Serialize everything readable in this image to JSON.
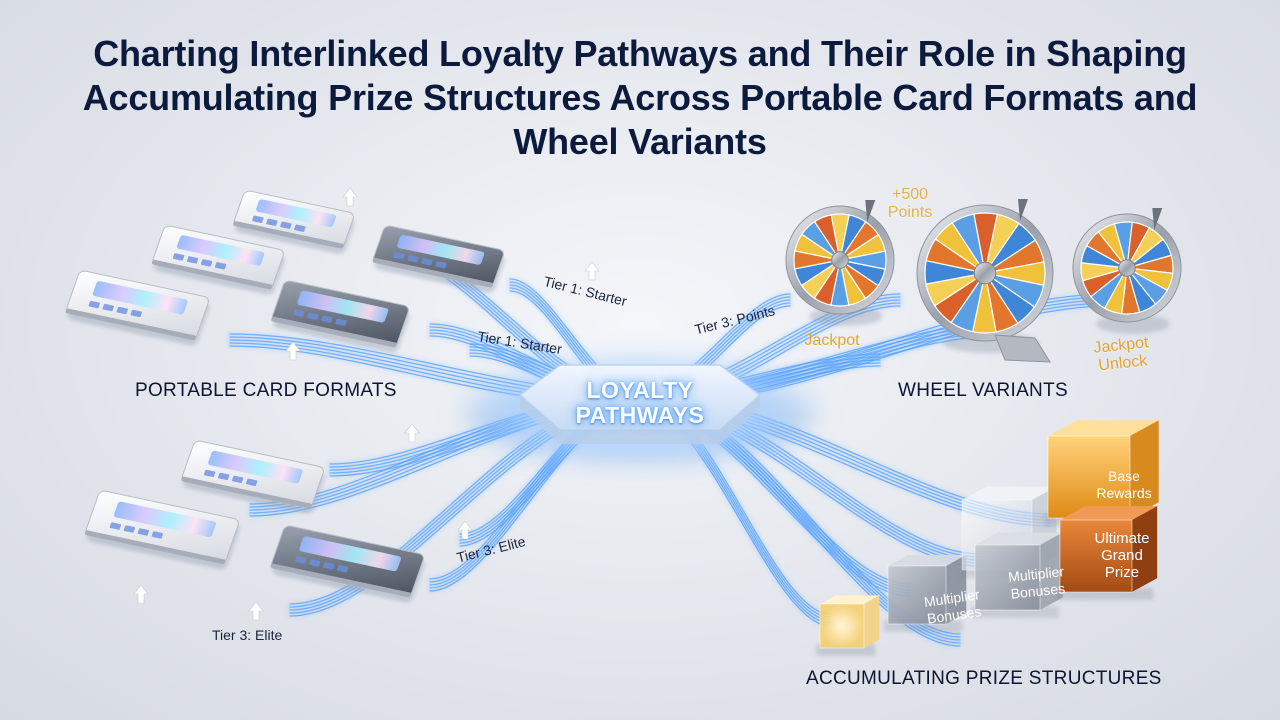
{
  "title": "Charting Interlinked Loyalty Pathways and Their Role in Shaping Accumulating Prize Structures Across Portable Card Formats and Wheel Variants",
  "hub": {
    "line1": "LOYALTY",
    "line2": "PATHWAYS"
  },
  "sections": {
    "cards": "PORTABLE CARD FORMATS",
    "wheels": "WHEEL VARIANTS",
    "prizes": "ACCUMULATING PRIZE STRUCTURES"
  },
  "tiers": {
    "starter_a": "Tier 1: Starter",
    "starter_b": "Tier 1: Starter",
    "points": "Tier 3: Points",
    "elite_a": "Tier 3: Elite",
    "elite_b": "Tier 3: Elite"
  },
  "wheel_labels": {
    "points_line1": "+500",
    "points_line2": "Points",
    "jackpot": "Jackpot",
    "unlock_line1": "Jackpot",
    "unlock_line2": "Unlock"
  },
  "prize_labels": {
    "base_line1": "Base",
    "base_line2": "Rewards",
    "grand_line1": "Ultimate",
    "grand_line2": "Grand",
    "grand_line3": "Prize",
    "mult_a_line1": "Multiplier",
    "mult_a_line2": "Bonuses",
    "mult_b_line1": "Multiplier",
    "mult_b_line2": "Bonuses"
  },
  "colors": {
    "title": "#0b1a3d",
    "glow": "#5aa8ff",
    "gold": "#e0a52a",
    "amber": "#f3a21e",
    "wheel_blue": "#3f86d8",
    "wheel_orange": "#e2762d",
    "wheel_yellow": "#f0c23c"
  }
}
